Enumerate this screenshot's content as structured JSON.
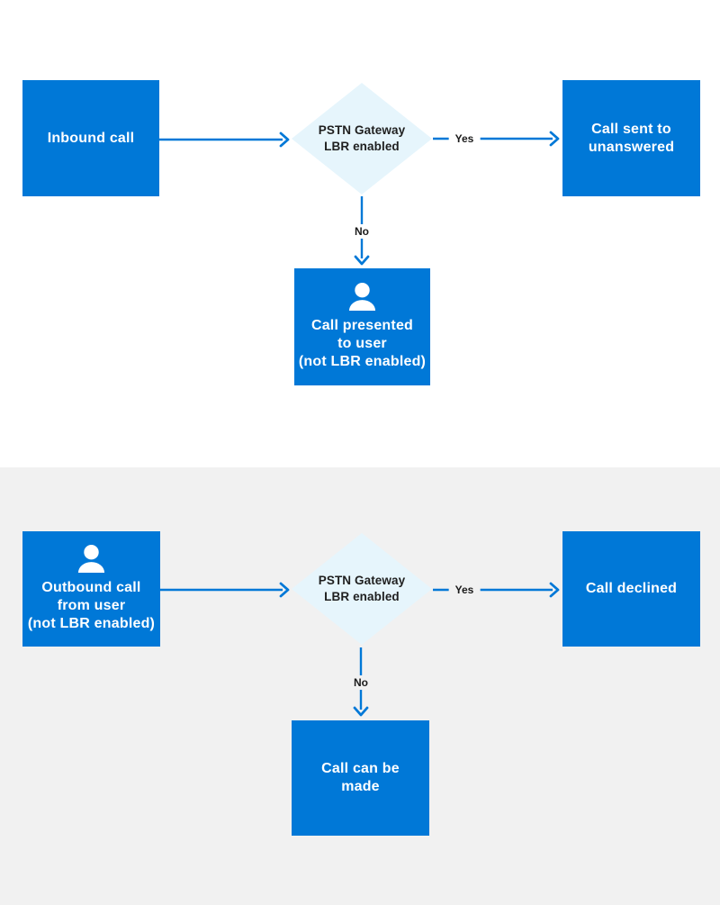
{
  "colors": {
    "node_blue": "#0078D7",
    "arrow_blue": "#0078D7",
    "diamond_fill": "#E6F5FC",
    "edge_label_color": "#1A1A1A",
    "node_text": "#FFFFFF",
    "section1_bg": "#FFFFFF",
    "section2_bg": "#F1F1F1"
  },
  "flow1": {
    "start": {
      "label": "Inbound call"
    },
    "decision": {
      "label": "PSTN Gateway\nLBR enabled"
    },
    "yes_edge": {
      "label": "Yes"
    },
    "no_edge": {
      "label": "No"
    },
    "yes_outcome": {
      "label": "Call sent to\nunanswered"
    },
    "no_outcome": {
      "label": "Call presented\nto user\n(not LBR enabled)",
      "icon": "person-icon"
    }
  },
  "flow2": {
    "start": {
      "label": "Outbound call\nfrom user\n(not LBR enabled)",
      "icon": "person-icon"
    },
    "decision": {
      "label": "PSTN Gateway\nLBR enabled"
    },
    "yes_edge": {
      "label": "Yes"
    },
    "no_edge": {
      "label": "No"
    },
    "yes_outcome": {
      "label": "Call declined"
    },
    "no_outcome": {
      "label": "Call can be\nmade"
    }
  }
}
